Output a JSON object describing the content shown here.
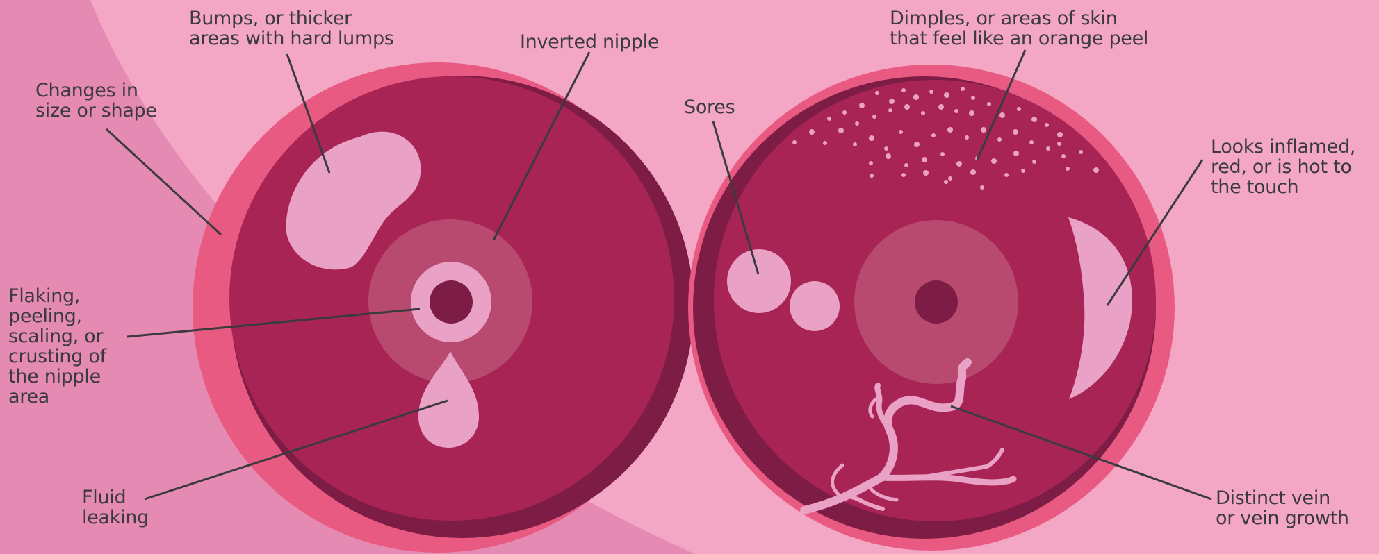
{
  "colors": {
    "background": "#f19bbb",
    "background_light": "#f3a7c5",
    "background_band": "#e58ab3",
    "breast_outer_ring": "#e85a82",
    "breast_shadow": "#7d1c44",
    "breast_body": "#a82454",
    "areola": "#b8496f",
    "mark_light_pink": "#e9a1c5",
    "nipple_dark": "#7d1c44",
    "leader_line": "#3b3a3f",
    "label_text": "#3b3a3f"
  },
  "labels": {
    "size_shape": "Changes in\nsize or shape",
    "bumps": "Bumps, or thicker\nareas with hard lumps",
    "inverted": "Inverted nipple",
    "flaking": "Flaking,\npeeling,\nscaling, or\ncrusting of\nthe nipple\narea",
    "fluid": "Fluid\nleaking",
    "sores": "Sores",
    "dimples": "Dimples, or areas of skin\nthat feel like an orange peel",
    "inflamed": "Looks inflamed,\nred, or is hot to\nthe touch",
    "vein": "Distinct vein\nor vein growth"
  }
}
